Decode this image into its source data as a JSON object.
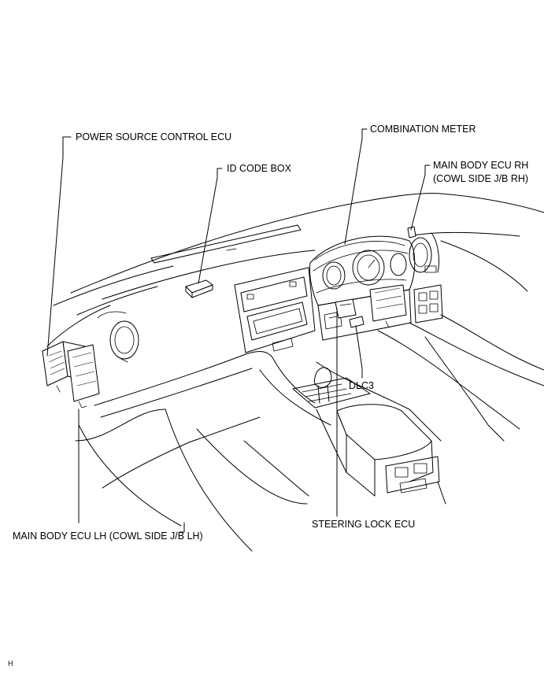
{
  "labels": {
    "power_source_control_ecu": "POWER SOURCE CONTROL ECU",
    "id_code_box": "ID CODE BOX",
    "combination_meter": "COMBINATION METER",
    "main_body_ecu_rh_line1": "MAIN BODY ECU RH",
    "main_body_ecu_rh_line2": "(COWL SIDE J/B RH)",
    "dlc3": "DLC3",
    "steering_lock_ecu": "STEERING LOCK ECU",
    "main_body_ecu_lh": "MAIN BODY ECU LH (COWL SIDE J/B LH)"
  },
  "footer": {
    "code": "H"
  }
}
